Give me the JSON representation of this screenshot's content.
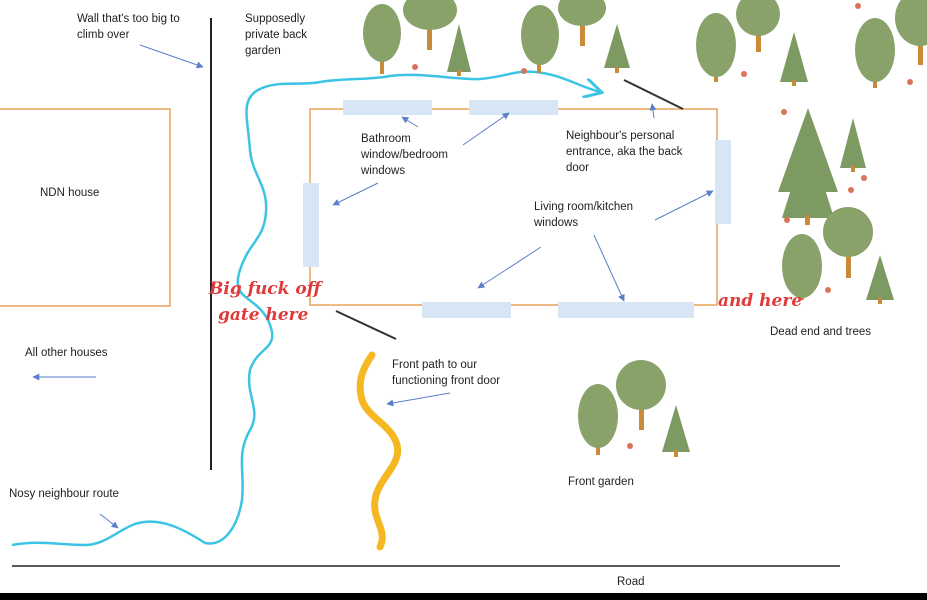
{
  "labels": {
    "wall": "Wall that's too big to",
    "wall_2": "climb over",
    "garden": "Supposedly",
    "garden_2": "private back",
    "garden_3": "garden",
    "ndn_house": "NDN house",
    "bathroom": "Bathroom",
    "bathroom_2": "window/bedroom",
    "bathroom_3": "windows",
    "back_door": "Neighbour's personal",
    "back_door_2": "entrance, aka the back",
    "back_door_3": "door",
    "living": "Living room/kitchen",
    "living_2": "windows",
    "other_houses": "All other houses",
    "front_path": "Front path to our",
    "front_path_2": "functioning front door",
    "nosy": "Nosy neighbour route",
    "front_garden": "Front garden",
    "dead_end": "Dead end and trees",
    "road": "Road"
  },
  "annotations": {
    "gate_1": "Big fuck off",
    "gate_2": "gate here",
    "and_here": "and here"
  },
  "colors": {
    "house_outline": "#e8a25a",
    "window_fill": "#d6e6f4",
    "route_line": "#3cc4e4",
    "front_path": "#f6b822",
    "arrow": "#5b7fc8",
    "annotation_red": "#e03a3a",
    "tree_green": "#88a26a",
    "pine_green": "#7d9a62",
    "trunk": "#c98b3a"
  }
}
